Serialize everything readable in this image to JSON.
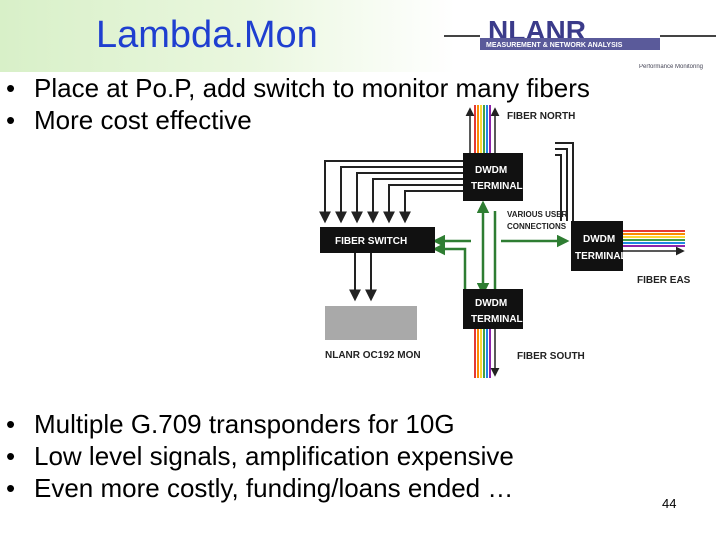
{
  "slide": {
    "title": "Lambda.Mon",
    "logo": {
      "text": "NLANR",
      "tagline": "MEASUREMENT & NETWORK ANALYSIS",
      "subtitle": "Performance Monitoring"
    },
    "bullets_top": [
      "Place at Po.P, add switch to monitor many fibers",
      "More cost effective"
    ],
    "bullets_bottom": [
      "Multiple G.709 transponders for 10G",
      "Low level signals, amplification expensive",
      "Even more costly, funding/loans ended …"
    ],
    "page_number": "44"
  },
  "diagram": {
    "fiber_north": "FIBER NORTH",
    "fiber_east": "FIBER EAST",
    "fiber_south": "FIBER SOUTH",
    "dwdm_top": [
      "DWDM",
      "TERMINAL"
    ],
    "dwdm_east": [
      "DWDM",
      "TERMINAL"
    ],
    "dwdm_bottom": [
      "DWDM",
      "TERMINAL"
    ],
    "user_connections": [
      "VARIOUS USER",
      "CONNECTIONS"
    ],
    "fiber_switch": "FIBER SWITCH",
    "monitor": "NLANR OC192 MON",
    "colors": {
      "box": "#111111",
      "link": "#2e7d32",
      "monitor_box": "#a9a9a9",
      "background": "#ffffff"
    }
  }
}
